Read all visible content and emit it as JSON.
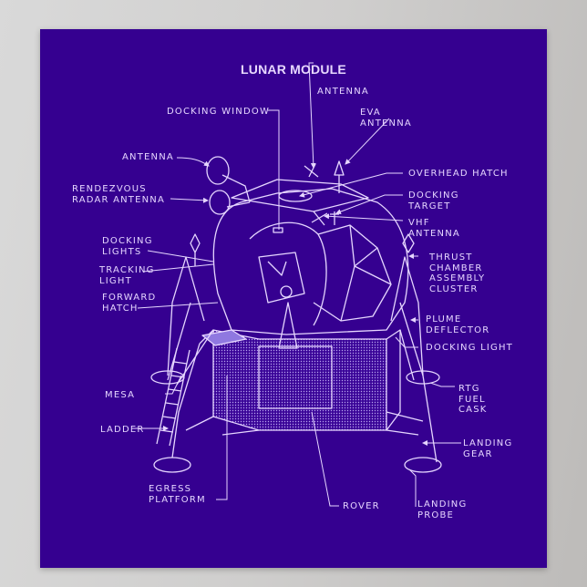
{
  "page": {
    "background": "#cfcecd",
    "poster_color": "#350090",
    "line_color": "#e6d6ff"
  },
  "title": "LUNAR MODULE",
  "labels": {
    "antenna_top": "ANTENNA",
    "docking_window": "DOCKING WINDOW",
    "eva_antenna_1": "EVA",
    "eva_antenna_2": "ANTENNA",
    "antenna_left": "ANTENNA",
    "overhead_hatch": "OVERHEAD HATCH",
    "rendezvous_1": "RENDEZVOUS",
    "rendezvous_2": "RADAR ANTENNA",
    "docking_target_1": "DOCKING",
    "docking_target_2": "TARGET",
    "vhf_1": "VHF",
    "vhf_2": "ANTENNA",
    "docking_lights_1": "DOCKING",
    "docking_lights_2": "LIGHTS",
    "tracking_1": "TRACKING",
    "tracking_2": "LIGHT",
    "thrust_1": "THRUST",
    "thrust_2": "CHAMBER",
    "thrust_3": "ASSEMBLY",
    "thrust_4": "CLUSTER",
    "forward_1": "FORWARD",
    "forward_2": "HATCH",
    "plume_1": "PLUME",
    "plume_2": "DEFLECTOR",
    "docking_light": "DOCKING LIGHT",
    "mesa": "MESA",
    "rtg_1": "RTG",
    "rtg_2": "FUEL",
    "rtg_3": "CASK",
    "ladder": "LADDER",
    "landing_gear_1": "LANDING",
    "landing_gear_2": "GEAR",
    "egress_1": "EGRESS",
    "egress_2": "PLATFORM",
    "rover": "ROVER",
    "landing_probe_1": "LANDING",
    "landing_probe_2": "PROBE"
  }
}
